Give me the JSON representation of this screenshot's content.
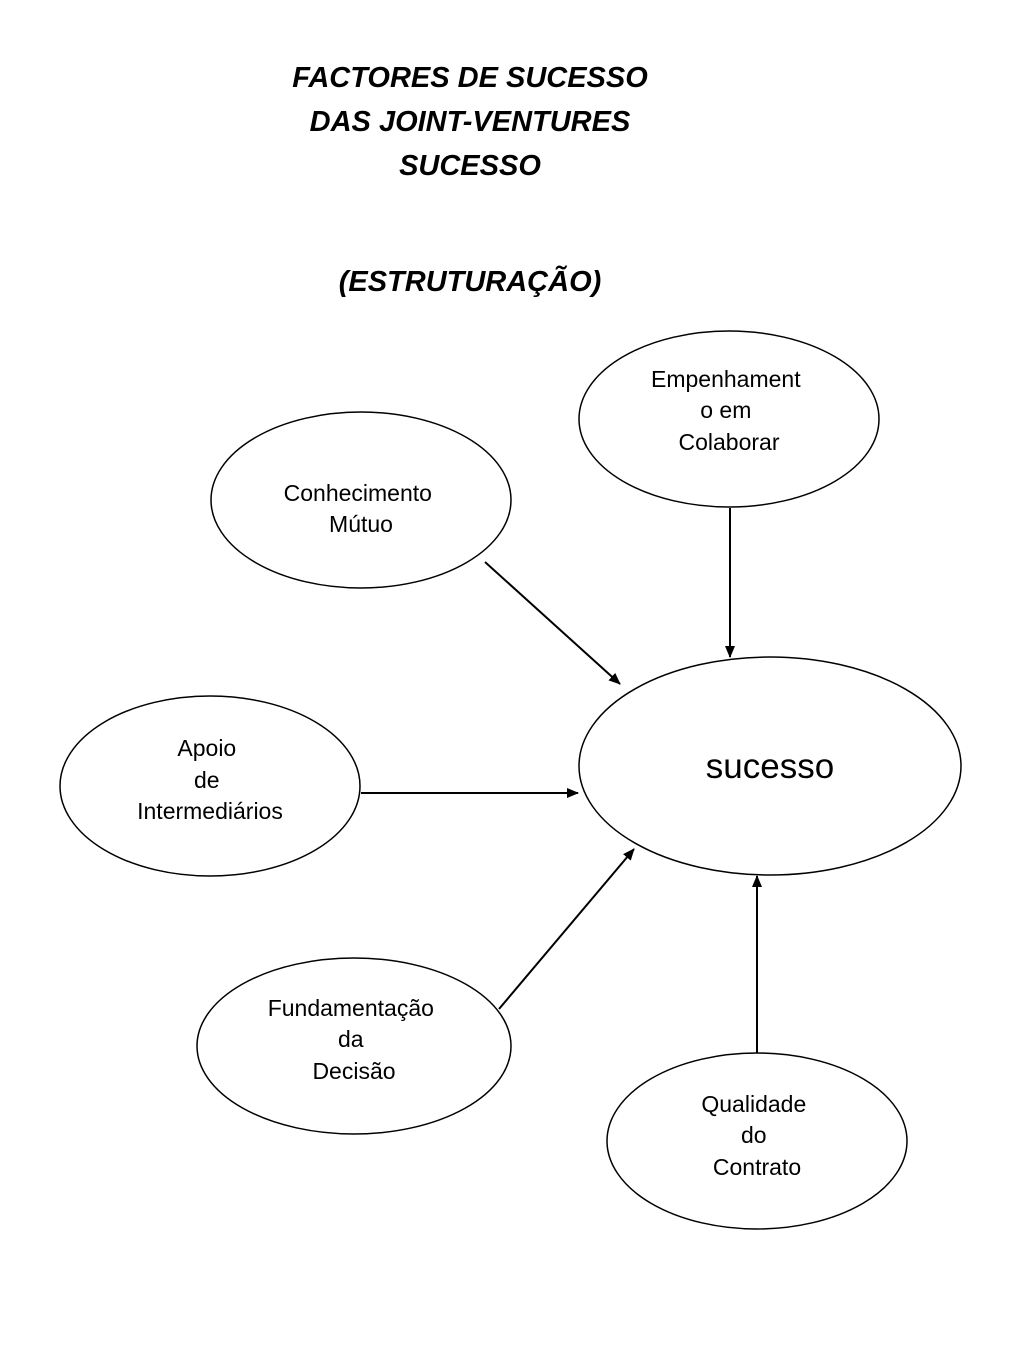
{
  "title": {
    "lines": [
      "FACTORES DE SUCESSO",
      "DAS JOINT-VENTURES",
      "SUCESSO"
    ],
    "subtitle": "(ESTRUTURAÇÃO)"
  },
  "diagram": {
    "center": {
      "label": "sucesso"
    },
    "nodes": [
      {
        "id": "empenhamento",
        "lines": [
          "Empenhament",
          "o em",
          "Colaborar"
        ]
      },
      {
        "id": "conhecimento",
        "lines": [
          "Conhecimento",
          "Mútuo"
        ]
      },
      {
        "id": "apoio",
        "lines": [
          "Apoio",
          "de",
          "Intermediários"
        ]
      },
      {
        "id": "fundamentacao",
        "lines": [
          "Fundamentação",
          "da",
          "Decisão"
        ]
      },
      {
        "id": "qualidade",
        "lines": [
          "Qualidade",
          "do",
          "Contrato"
        ]
      }
    ],
    "edges": [
      {
        "from": "empenhamento",
        "to": "sucesso"
      },
      {
        "from": "conhecimento",
        "to": "sucesso"
      },
      {
        "from": "apoio",
        "to": "sucesso"
      },
      {
        "from": "fundamentacao",
        "to": "sucesso"
      },
      {
        "from": "qualidade",
        "to": "sucesso"
      }
    ]
  }
}
